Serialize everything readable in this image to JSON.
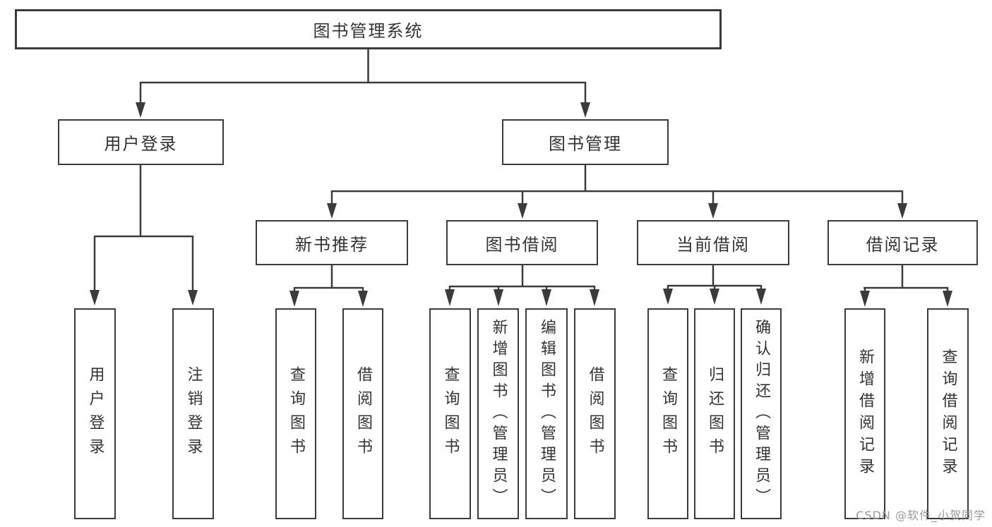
{
  "diagram_title": "图书管理系统",
  "tree": {
    "label": "图书管理系统",
    "children": [
      {
        "label": "用户登录",
        "children": [
          {
            "label": "用户登录"
          },
          {
            "label": "注销登录"
          }
        ]
      },
      {
        "label": "图书管理",
        "children": [
          {
            "label": "新书推荐",
            "children": [
              {
                "label": "查询图书"
              },
              {
                "label": "借阅图书"
              }
            ]
          },
          {
            "label": "图书借阅",
            "children": [
              {
                "label": "查询图书"
              },
              {
                "label": "新增图书（管理员）"
              },
              {
                "label": "编辑图书（管理员）"
              },
              {
                "label": "借阅图书"
              }
            ]
          },
          {
            "label": "当前借阅",
            "children": [
              {
                "label": "查询图书"
              },
              {
                "label": "归还图书"
              },
              {
                "label": "确认归还（管理员）"
              }
            ]
          },
          {
            "label": "借阅记录",
            "children": [
              {
                "label": "新增借阅记录"
              },
              {
                "label": "查询借阅记录"
              }
            ]
          }
        ]
      }
    ]
  },
  "watermark": {
    "text": "CSDN @软件_小贺同学"
  },
  "colors": {
    "line": "#3b3b3b",
    "box_border": "#3b3b3b",
    "text": "#333333",
    "watermark": "#9a9a9a",
    "background": "#ffffff"
  }
}
